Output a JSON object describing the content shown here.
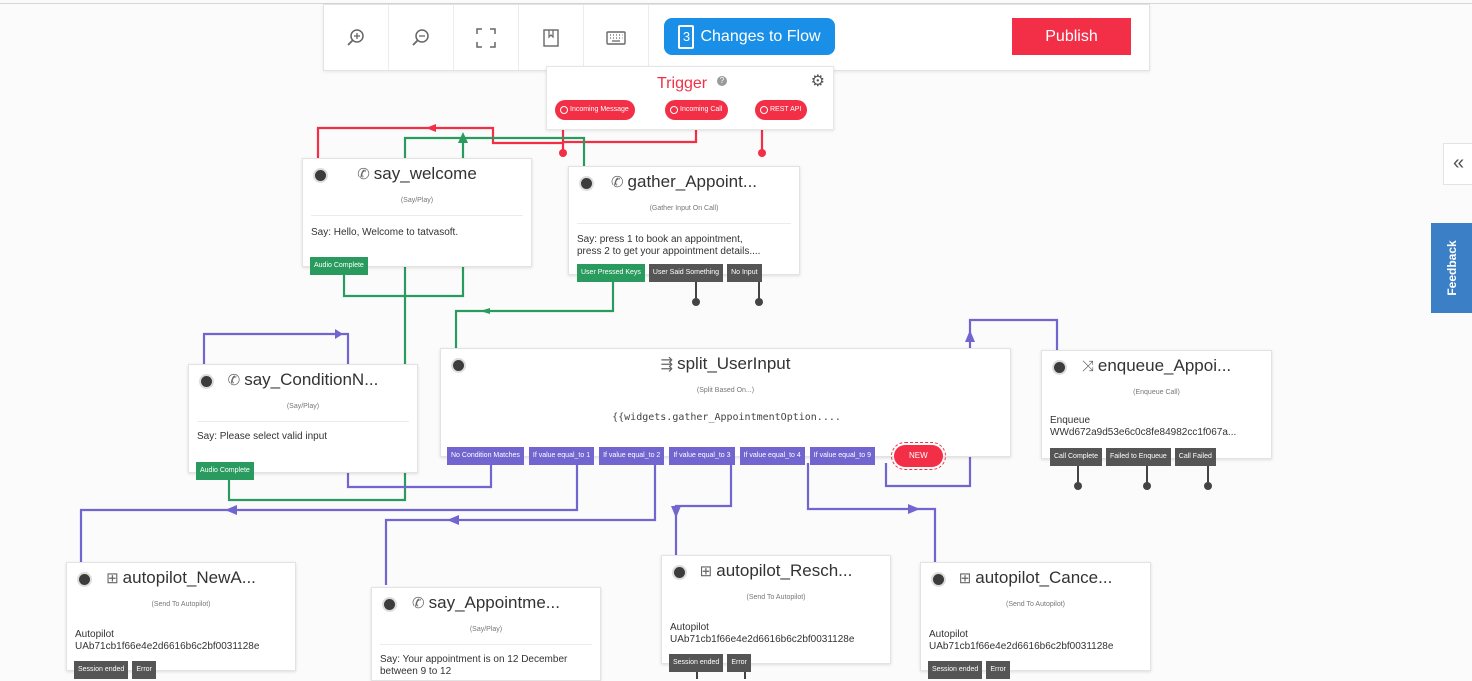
{
  "toolbar": {
    "zoom_in_icon": "zoom-in-icon",
    "zoom_out_icon": "zoom-out-icon",
    "fit_icon": "fullscreen-icon",
    "bookmark_icon": "bookmark-icon",
    "keyboard_icon": "keyboard-icon",
    "changes_count": "3",
    "changes_label": "Changes to Flow",
    "publish_label": "Publish"
  },
  "trigger": {
    "title": "Trigger",
    "help": "?",
    "pills": [
      "Incoming Message",
      "Incoming Call",
      "REST API"
    ]
  },
  "widgets": {
    "say_welcome": {
      "title": "say_welcome",
      "subtitle": "(Say/Play)",
      "body": "Say: Hello, Welcome to tatvasoft.",
      "transitions": [
        "Audio Complete"
      ]
    },
    "gather": {
      "title": "gather_Appoint...",
      "subtitle": "(Gather Input On Call)",
      "body": [
        "Say: press 1 to book an appointment,",
        "press 2 to get your appointment details...."
      ],
      "transitions": [
        "User Pressed Keys",
        "User Said Something",
        "No Input"
      ]
    },
    "say_condition": {
      "title": "say_ConditionN...",
      "subtitle": "(Say/Play)",
      "body": "Say: Please select valid input",
      "transitions": [
        "Audio Complete"
      ]
    },
    "split": {
      "title": "split_UserInput",
      "subtitle": "(Split Based On...)",
      "body": "{{widgets.gather_AppointmentOption....",
      "transitions": [
        "No Condition Matches",
        "If value equal_to 1",
        "If value equal_to 2",
        "If value equal_to 3",
        "If value equal_to 4",
        "If value equal_to 9"
      ],
      "new_label": "NEW"
    },
    "enqueue": {
      "title": "enqueue_Appoi...",
      "subtitle": "(Enqueue Call)",
      "body": [
        "Enqueue",
        "WWd672a9d53e6c0c8fe84982cc1f067a..."
      ],
      "transitions": [
        "Call Complete",
        "Failed to Enqueue",
        "Call Failed"
      ]
    },
    "autopilot_new": {
      "title": "autopilot_NewA...",
      "subtitle": "(Send To Autopilot)",
      "body": [
        "Autopilot",
        "UAb71cb1f66e4e2d6616b6c2bf0031128e"
      ],
      "transitions": [
        "Session ended",
        "Error"
      ]
    },
    "say_appointment": {
      "title": "say_Appointme...",
      "subtitle": "(Say/Play)",
      "body": [
        "Say: Your appointment is on 12 December",
        "between 9 to 12"
      ]
    },
    "autopilot_resch": {
      "title": "autopilot_Resch...",
      "subtitle": "(Send To Autopilot)",
      "body": [
        "Autopilot",
        "UAb71cb1f66e4e2d6616b6c2bf0031128e"
      ],
      "transitions": [
        "Session ended",
        "Error"
      ]
    },
    "autopilot_cancel": {
      "title": "autopilot_Cance...",
      "subtitle": "(Send To Autopilot)",
      "body": [
        "Autopilot",
        "UAb71cb1f66e4e2d6616b6c2bf0031128e"
      ],
      "transitions": [
        "Session ended",
        "Error"
      ]
    }
  },
  "sidebar": {
    "collapse_label": "«",
    "feedback_label": "Feedback"
  },
  "colors": {
    "red": "#f22f46",
    "green": "#2a9b5e",
    "purple": "#7165cf",
    "blue": "#1a8fe8",
    "gray": "#555555"
  }
}
